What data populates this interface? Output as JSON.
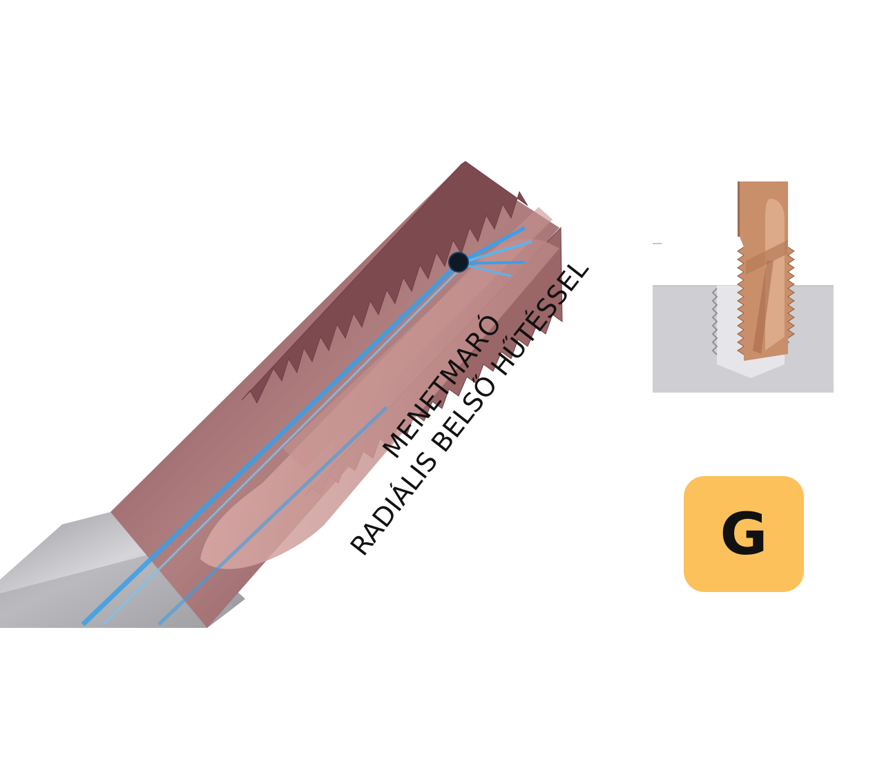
{
  "caption": {
    "line1": "MENETMARÓ",
    "line2": "RADIÁLIS BELSŐ HŰTÉSSEL"
  },
  "badge": {
    "letter": "G",
    "color": "#fcc15b"
  },
  "colors": {
    "coating": "#8f5a5f",
    "coating_light": "#c99594",
    "shank": "#b8b8bc",
    "coolant": "#3aa0e8",
    "diagram_tool": "#c98e6a",
    "workpiece": "#cfcfd3"
  },
  "icons": {
    "main_tool": "thread-mill-illustration",
    "diagram": "thread-milling-cross-section",
    "badge": "category-badge"
  }
}
